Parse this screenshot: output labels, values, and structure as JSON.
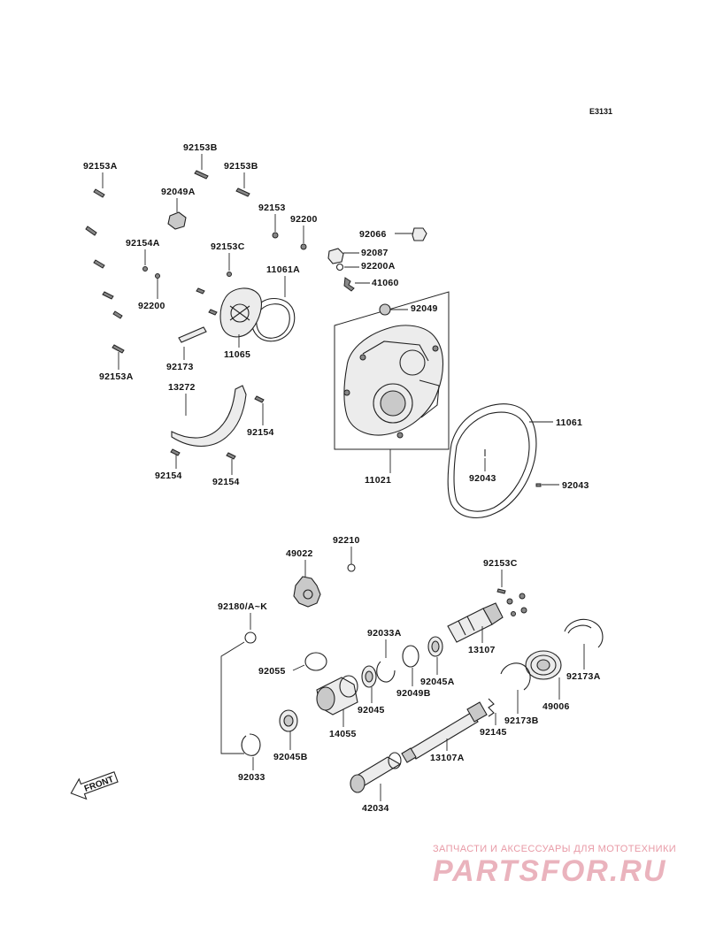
{
  "diagram_code": "E3131",
  "labels": {
    "p92153A_1": "92153A",
    "p92153B_1": "92153B",
    "p92153B_2": "92153B",
    "p92049A": "92049A",
    "p92153": "92153",
    "p92200_1": "92200",
    "p92154A": "92154A",
    "p92153C_1": "92153C",
    "p11061A": "11061A",
    "p92200_2": "92200",
    "p11065": "11065",
    "p92173": "92173",
    "p92153A_2": "92153A",
    "p13272": "13272",
    "p92154_1": "92154",
    "p92154_2": "92154",
    "p92154_3": "92154",
    "p92066": "92066",
    "p92087": "92087",
    "p92200A": "92200A",
    "p41060": "41060",
    "p92049": "92049",
    "p11061": "11061",
    "p11021": "11021",
    "p92043_1": "92043",
    "p92043_2": "92043",
    "p92210": "92210",
    "p49022": "49022",
    "p92153C_2": "92153C",
    "p92180": "92180/A~K",
    "p13107": "13107",
    "p92033A": "92033A",
    "p92045A": "92045A",
    "p92173A": "92173A",
    "p92055": "92055",
    "p92049B": "92049B",
    "p92045": "92045",
    "p14055": "14055",
    "p92173B": "92173B",
    "p49006": "49006",
    "p92145": "92145",
    "p92045B": "92045B",
    "p13107A": "13107A",
    "p92033": "92033",
    "p42034": "42034"
  },
  "front_arrow": "FRONT",
  "watermark": {
    "tagline": "ЗАПЧАСТИ И АКСЕССУАРЫ ДЛЯ МОТОТЕХНИКИ",
    "logo": "PARTSFOR.RU"
  },
  "colors": {
    "line": "#222222",
    "watermark": "#e89aa6"
  }
}
